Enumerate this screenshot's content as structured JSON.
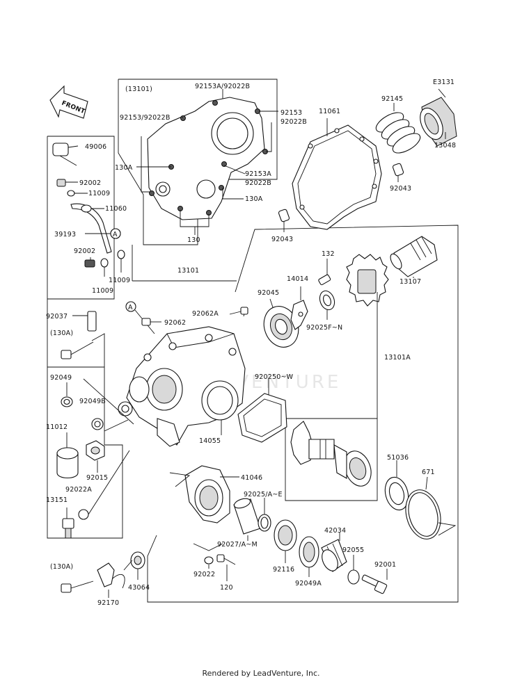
{
  "diagram_code": "E3131",
  "front_label": "FRONT",
  "watermark": "LEADVENTURE",
  "footer": "Rendered by LeadVenture, Inc.",
  "ref_a": "A",
  "labels": {
    "p13101_group": "(13101)",
    "p92153A_92022B_top": "92153A/92022B",
    "p92153_92022B_left": "92153/92022B",
    "p92153_right": "92153",
    "p92022B_right": "92022B",
    "p130A_left": "130A",
    "p92153A_mid": "92153A",
    "p92022B_mid": "92022B",
    "p130A_right": "130A",
    "p130": "130",
    "p49006": "49006",
    "p92002_top": "92002",
    "p11009_top": "11009",
    "p11060": "11060",
    "p39193": "39193",
    "p92002_mid": "92002",
    "p11009_a": "11009",
    "p11009_b": "11009",
    "p13101": "13101",
    "p11061": "11061",
    "p92145": "92145",
    "p13048": "13048",
    "p92043_right": "92043",
    "p92043_mid": "92043",
    "p13107": "13107",
    "p132": "132",
    "p14014": "14014",
    "p92045": "92045",
    "p92025FN": "92025F~N",
    "p92062A": "92062A",
    "p92062": "92062",
    "p92037": "92037",
    "p130A_a": "(130A)",
    "p13101A": "13101A",
    "p92025OW": "920250~W",
    "p92049": "92049",
    "p92049B": "92049B",
    "p11012": "11012",
    "p92015": "92015",
    "p14055": "14055",
    "p92022A": "92022A",
    "p13151": "13151",
    "p41046": "41046",
    "p51036": "51036",
    "p671": "671",
    "p92025AE": "92025/A~E",
    "p92027AM": "92027/A~M",
    "p42034": "42034",
    "p92055": "92055",
    "p92001": "92001",
    "p92022": "92022",
    "p120": "120",
    "p92116": "92116",
    "p92049A": "92049A",
    "p130A_b": "(130A)",
    "p43064": "43064",
    "p92170": "92170"
  }
}
